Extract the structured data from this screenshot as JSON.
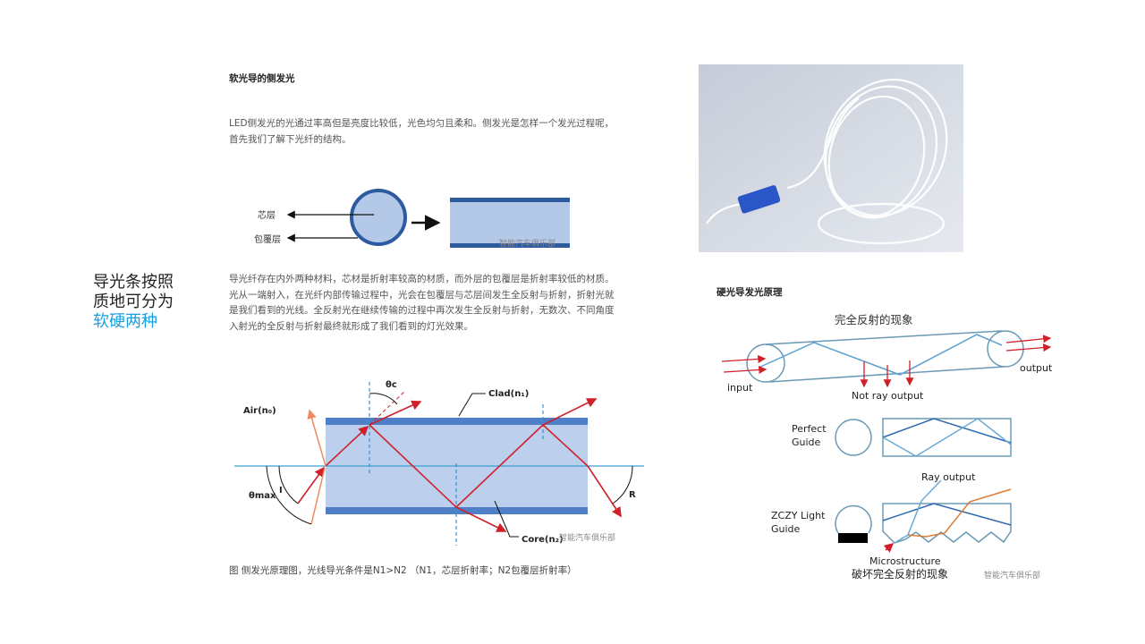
{
  "slide_caption": {
    "line1": "导光条按照",
    "line2": "质地可分为",
    "line3": "软硬两种",
    "highlight_color": "#1a9fe0"
  },
  "soft": {
    "title": "软光导的侧发光",
    "para1": [
      "LED侧发光的光通过率高但是亮度比较低，光色均匀且柔和。侧发光是怎样一个发光过程呢，",
      "首先我们了解下光纤的结构。"
    ],
    "structure_labels": {
      "core": "芯层",
      "clad": "包覆层"
    },
    "para2": [
      "导光纤存在内外两种材料，芯材是折射率较高的材质，而外层的包覆层是折射率较低的材质。",
      "光从一端射入，在光纤内部传输过程中，光会在包覆层与芯层间发生全反射与折射，折射光就",
      "是我们看到的光线。全反射光在继续传输的过程中再次发生全反射与折射，无数次、不同角度",
      "入射光的全反射与折射最终就形成了我们看到的灯光效果。"
    ],
    "diagram_labels": {
      "air": "Air(n₀)",
      "clad": "Clad(n₁)",
      "core": "Core(n₂)",
      "theta_c": "θc",
      "theta_max": "θmax",
      "i": "I",
      "r": "R"
    },
    "figure_caption": "图 侧发光原理图，光线导光条件是N1>N2 （N1，芯层折射率；N2包覆层折射率）"
  },
  "hard": {
    "title": "硬光导发光原理",
    "total_reflection": "完全反射的现象",
    "input": "input",
    "output": "output",
    "not_ray_output": "Not ray output",
    "perfect_guide": [
      "Perfect",
      "Guide"
    ],
    "ray_output": "Ray output",
    "zczy_guide": [
      "ZCZY Light",
      "Guide"
    ],
    "microstructure": "Microstructure",
    "break_reflection": "破坏完全反射的现象"
  },
  "watermark": "智能汽车俱乐部",
  "colors": {
    "ray": "#d0202a",
    "clad": "#3f6fb5",
    "core": "#b4c8e8",
    "guide": "#5a8fb0",
    "orange": "#e07b30"
  }
}
